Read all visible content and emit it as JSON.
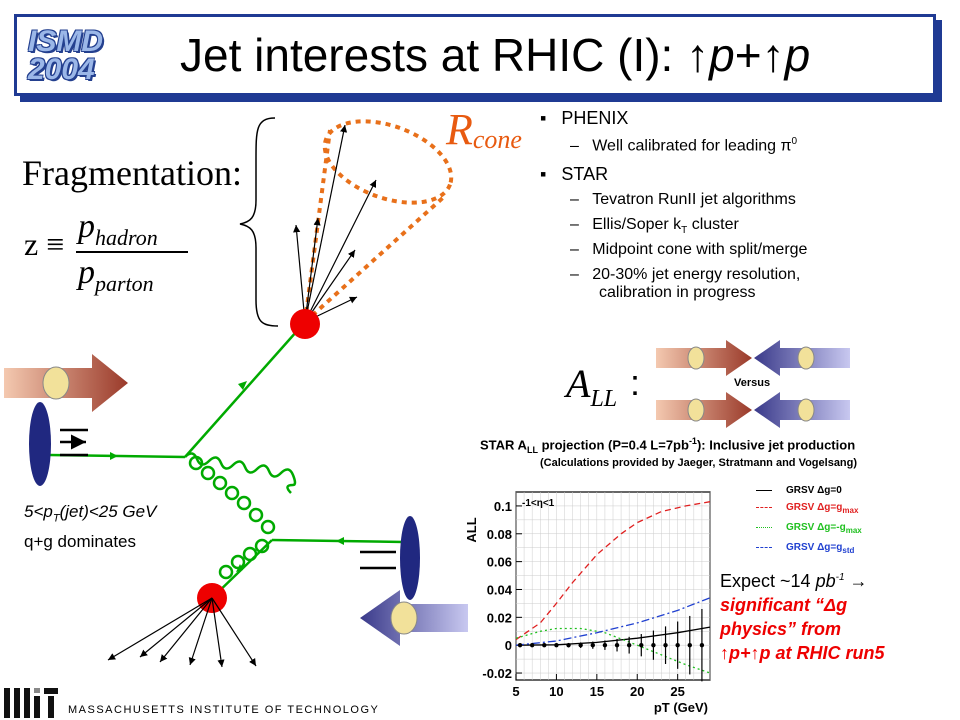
{
  "title": {
    "logo": "ISMD 2004",
    "main_prefix": "Jet interests at RHIC (I): ",
    "arrow": "↑",
    "p": "p",
    "plus": "+"
  },
  "bullets": {
    "phenix": "PHENIX",
    "phenix_sub": "Well calibrated for leading π",
    "phenix_sup": "0",
    "star": "STAR",
    "star_sub1": "Tevatron RunII jet algorithms",
    "star_sub2a": "Ellis/Soper k",
    "star_sub2b": "T",
    "star_sub2c": " cluster",
    "star_sub3": "Midpoint cone with split/merge",
    "star_sub4a": "20-30% jet energy resolution,",
    "star_sub4b": "calibration in progress"
  },
  "diagram": {
    "fragmentation": "Fragmentation:",
    "z": "z",
    "equiv": "≡",
    "num": "p",
    "num_sub": "hadron",
    "den": "p",
    "den_sub": "parton",
    "rcone": "R",
    "rcone_sub": "cone",
    "kin_line1a": "5<p",
    "kin_line1b": "T",
    "kin_line1c": "(jet)<25 GeV",
    "kin_line2": "q+g dominates",
    "all_label": "A",
    "all_sub": "LL",
    "colon": ":",
    "versus": "Versus"
  },
  "chart_data": {
    "type": "line",
    "title": "STAR A",
    "title_sub": "LL",
    "title_rest": " projection (P=0.4 L=7pb",
    "title_sup": "-1",
    "title_end": "): Inclusive jet production",
    "subtitle": "(Calculations provided by Jaeger, Stratmann and Vogelsang)",
    "eta_label": "-1<η<1",
    "ylabel": "A",
    "ylabel_sub": "LL",
    "xlabel": "p",
    "xlabel_sub": "T",
    "xlabel_rest": " (GeV)",
    "xlim": [
      5,
      29
    ],
    "ylim": [
      -0.025,
      0.11
    ],
    "xticks": [
      "5",
      "10",
      "15",
      "20",
      "25"
    ],
    "xtick_values": [
      5,
      10,
      15,
      20,
      25
    ],
    "yticks": [
      "-0.02",
      "0",
      "0.02",
      "0.04",
      "0.06",
      "0.08",
      "0.1"
    ],
    "ytick_values": [
      -0.02,
      0,
      0.02,
      0.04,
      0.06,
      0.08,
      0.1
    ],
    "series": [
      {
        "name": "GRSV Δg=0",
        "color": "#000000",
        "dash": "solid",
        "x": [
          5,
          10,
          15,
          20,
          25,
          29
        ],
        "y": [
          0.0,
          0.0003,
          0.002,
          0.005,
          0.009,
          0.013
        ]
      },
      {
        "name": "GRSV Δg=g",
        "name_sub": "max",
        "color": "#e02020",
        "dash": "dashed",
        "x": [
          5,
          8,
          10,
          12,
          15,
          18,
          20,
          23,
          26,
          29
        ],
        "y": [
          0.004,
          0.016,
          0.03,
          0.045,
          0.065,
          0.08,
          0.088,
          0.096,
          0.1,
          0.103
        ]
      },
      {
        "name": "GRSV Δg=-g",
        "name_sub": "max",
        "color": "#20c020",
        "dash": "dotted",
        "x": [
          5,
          8,
          10,
          13,
          16,
          20,
          23,
          26,
          29
        ],
        "y": [
          0.005,
          0.01,
          0.012,
          0.012,
          0.009,
          0.0,
          -0.007,
          -0.014,
          -0.02
        ]
      },
      {
        "name": "GRSV Δg=g",
        "name_sub": "std",
        "color": "#2040d0",
        "dash": "dashdot",
        "x": [
          5,
          10,
          15,
          20,
          25,
          29
        ],
        "y": [
          0.0,
          0.003,
          0.009,
          0.016,
          0.025,
          0.034
        ]
      }
    ],
    "points": {
      "x": [
        5.5,
        7,
        8.5,
        10,
        11.5,
        13,
        14.5,
        16,
        17.5,
        19,
        20.5,
        22,
        23.5,
        25,
        26.5,
        28
      ],
      "y": [
        0,
        0,
        0,
        0,
        0,
        0,
        0,
        0,
        0,
        0,
        0,
        0,
        0,
        0,
        0,
        0
      ],
      "err": [
        0.0006,
        0.0008,
        0.001,
        0.0012,
        0.0016,
        0.002,
        0.0026,
        0.0034,
        0.0045,
        0.006,
        0.008,
        0.0105,
        0.0135,
        0.017,
        0.021,
        0.026
      ]
    }
  },
  "expect": {
    "line1a": "Expect ~14 ",
    "line1b": "pb",
    "line1c": "-1",
    "arrow": "→",
    "red1": "significant “Δg",
    "red2": "physics” from",
    "red3a": "↑p+",
    "red3b": "↑p",
    "red3c": " at RHIC run5"
  },
  "footer": {
    "mit_text": "MASSACHUSETTS INSTITUTE OF TECHNOLOGY"
  }
}
